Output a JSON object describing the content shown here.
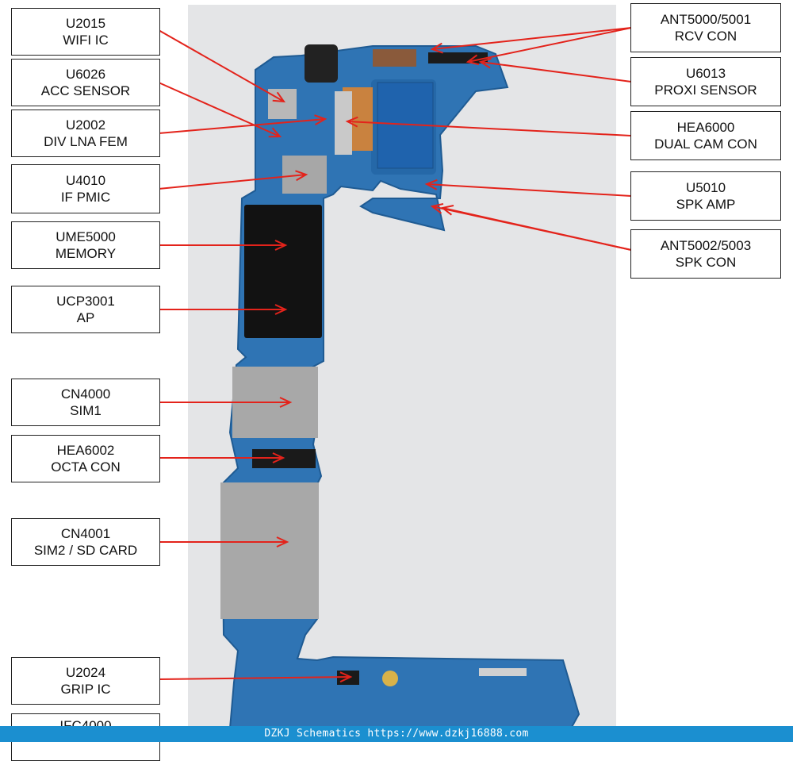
{
  "labels": [
    {
      "id": "u2015",
      "line1": "U2015",
      "line2": "WIFI IC"
    },
    {
      "id": "u6026",
      "line1": "U6026",
      "line2": "ACC SENSOR"
    },
    {
      "id": "u2002",
      "line1": "U2002",
      "line2": "DIV LNA FEM"
    },
    {
      "id": "u4010",
      "line1": "U4010",
      "line2": "IF PMIC"
    },
    {
      "id": "ume5000",
      "line1": "UME5000",
      "line2": "MEMORY"
    },
    {
      "id": "ucp3001",
      "line1": "UCP3001",
      "line2": "AP"
    },
    {
      "id": "cn4000",
      "line1": "CN4000",
      "line2": "SIM1"
    },
    {
      "id": "hea6002",
      "line1": "HEA6002",
      "line2": "OCTA CON"
    },
    {
      "id": "cn4001",
      "line1": "CN4001",
      "line2": "SIM2 / SD CARD"
    },
    {
      "id": "u2024",
      "line1": "U2024",
      "line2": "GRIP IC"
    },
    {
      "id": "ifc4000",
      "line1": "IFC4000",
      "line2": ""
    },
    {
      "id": "ant5000",
      "line1": "ANT5000/5001",
      "line2": "RCV CON"
    },
    {
      "id": "u6013",
      "line1": "U6013",
      "line2": "PROXI SENSOR"
    },
    {
      "id": "hea6000",
      "line1": "HEA6000",
      "line2": "DUAL CAM CON"
    },
    {
      "id": "u5010",
      "line1": "U5010",
      "line2": "SPK AMP"
    },
    {
      "id": "ant5002",
      "line1": "ANT5002/5003",
      "line2": "SPK CON"
    }
  ],
  "footer": "DZKJ Schematics https://www.dzkj16888.com",
  "colors": {
    "arrow": "#e3231b",
    "board": "#2f74b4",
    "footer": "#1b8fd0"
  }
}
